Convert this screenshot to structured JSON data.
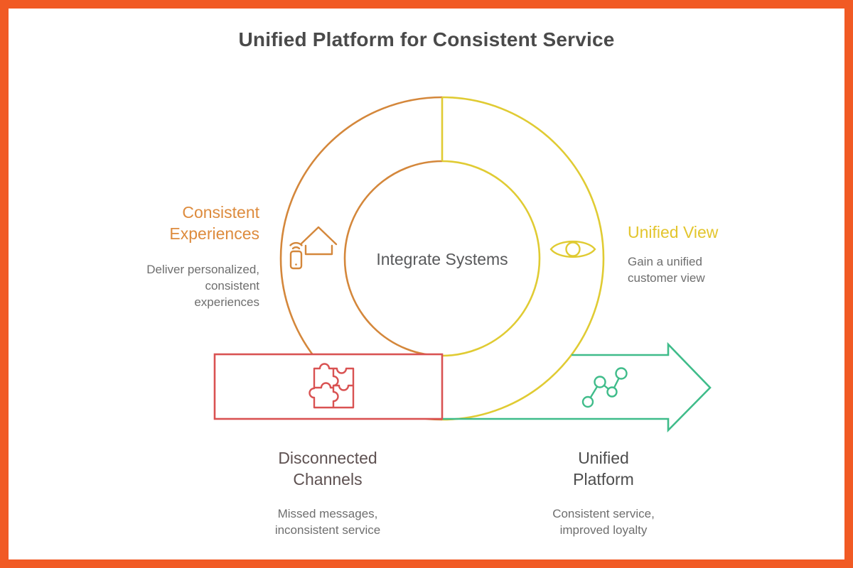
{
  "title": "Unified Platform for Consistent Service",
  "center_label": "Integrate Systems",
  "nodes": {
    "consistent_experiences": {
      "title": "Consistent\nExperiences",
      "description": "Deliver personalized,\nconsistent\nexperiences",
      "icon": "smart-home-icon",
      "color": "#DD8B3D"
    },
    "unified_view": {
      "title": "Unified View",
      "description": "Gain a unified\ncustomer view",
      "icon": "eye-icon",
      "color": "#E3C52D"
    },
    "disconnected_channels": {
      "title": "Disconnected\nChannels",
      "description": "Missed messages,\ninconsistent service",
      "icon": "puzzle-icon",
      "color": "#5E5151"
    },
    "unified_platform": {
      "title": "Unified\nPlatform",
      "description": "Consistent service,\nimproved loyalty",
      "icon": "trend-chart-icon",
      "color": "#4D4D4D"
    }
  },
  "colors": {
    "frame": "#F15A24",
    "ring_left": "#D4873B",
    "ring_right": "#E0CB33",
    "rect_stroke": "#D95252",
    "arrow_stroke": "#3FBC8A",
    "title_text": "#4A4A4A",
    "subtext": "#6E6E6E"
  }
}
